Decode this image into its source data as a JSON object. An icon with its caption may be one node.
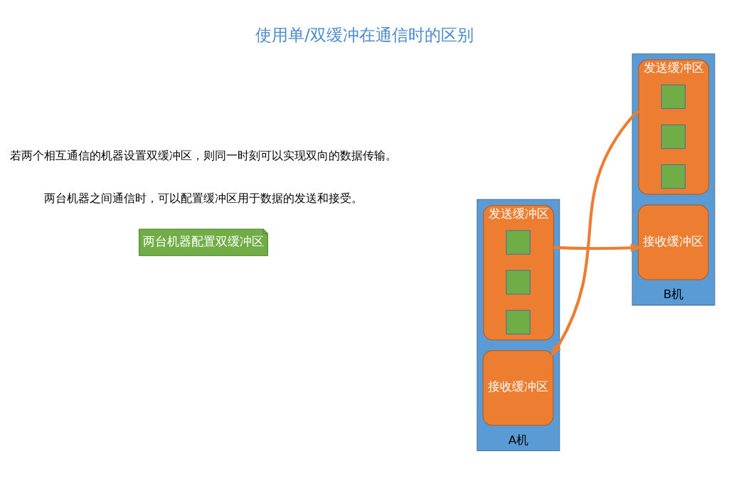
{
  "diagram": {
    "title": "使用单/双缓冲在通信时的区别",
    "nodes": [
      {
        "text": [
          "两台机器配置双缓冲区"
        ]
      },
      {
        "text": [
          "A机"
        ]
      },
      {
        "text": [
          "发送缓冲区"
        ],
        "in": 1
      },
      {
        "text": [],
        "shape": "box",
        "in": 2
      },
      {
        "text": [],
        "shape": "box",
        "in": 2
      },
      {
        "text": [],
        "shape": "box",
        "in": 2
      },
      {
        "text": [
          "接收缓冲区"
        ],
        "in": 1
      },
      {
        "text": [
          "B机"
        ]
      },
      {
        "text": [
          "接收缓冲区"
        ],
        "in": 7
      },
      {
        "text": [
          "发送缓冲区"
        ],
        "in": 7
      },
      {
        "text": [],
        "shape": "box",
        "in": 9
      },
      {
        "text": [],
        "shape": "box",
        "in": 9
      },
      {
        "text": [],
        "shape": "box",
        "in": 9
      }
    ],
    "edges": [
      {
        "from": 2,
        "to": 8,
        "arrow": "to"
      },
      {
        "from": 9,
        "to": 6,
        "arrow": "to"
      }
    ],
    "labels": [
      "两台机器之间通信时，可以配置缓冲区用于数据的发送和接受。",
      "若两个相互通信的机器设置双缓冲区，则同一时刻可以实现双向的数据传输。"
    ]
  }
}
